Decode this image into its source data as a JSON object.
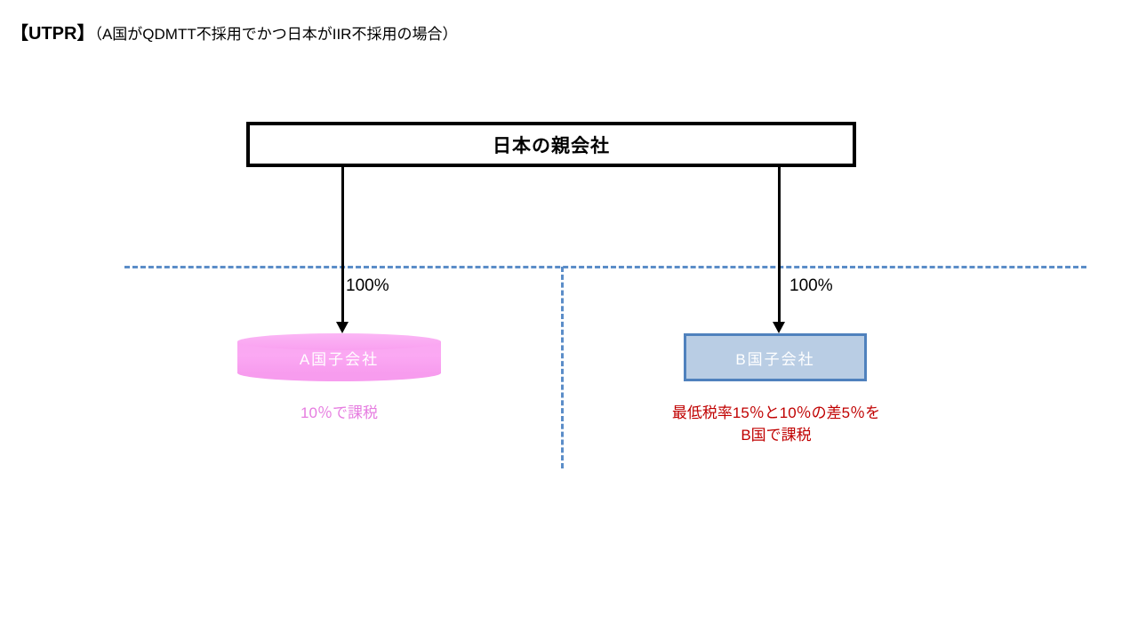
{
  "title": {
    "tag": "【UTPR】",
    "condition": "（A国がQDMTT不採用でかつ日本がIIR不採用の場合）"
  },
  "diagram": {
    "parent": {
      "label": "日本の親会社"
    },
    "subsidiary_a": {
      "label": "A国子会社",
      "ownership": "100%",
      "note": "10％で課税",
      "color": "#f79cee",
      "text_color": "#ffffff",
      "note_color": "#e67ce0"
    },
    "subsidiary_b": {
      "label": "B国子会社",
      "ownership": "100%",
      "note_line1": "最低税率15％と10％の差5％を",
      "note_line2": "B国で課税",
      "fill_color": "#b9cde4",
      "border_color": "#4f81bd",
      "text_color": "#ffffff",
      "note_color": "#c00000"
    },
    "border_line_color": "#5b8dc8"
  }
}
